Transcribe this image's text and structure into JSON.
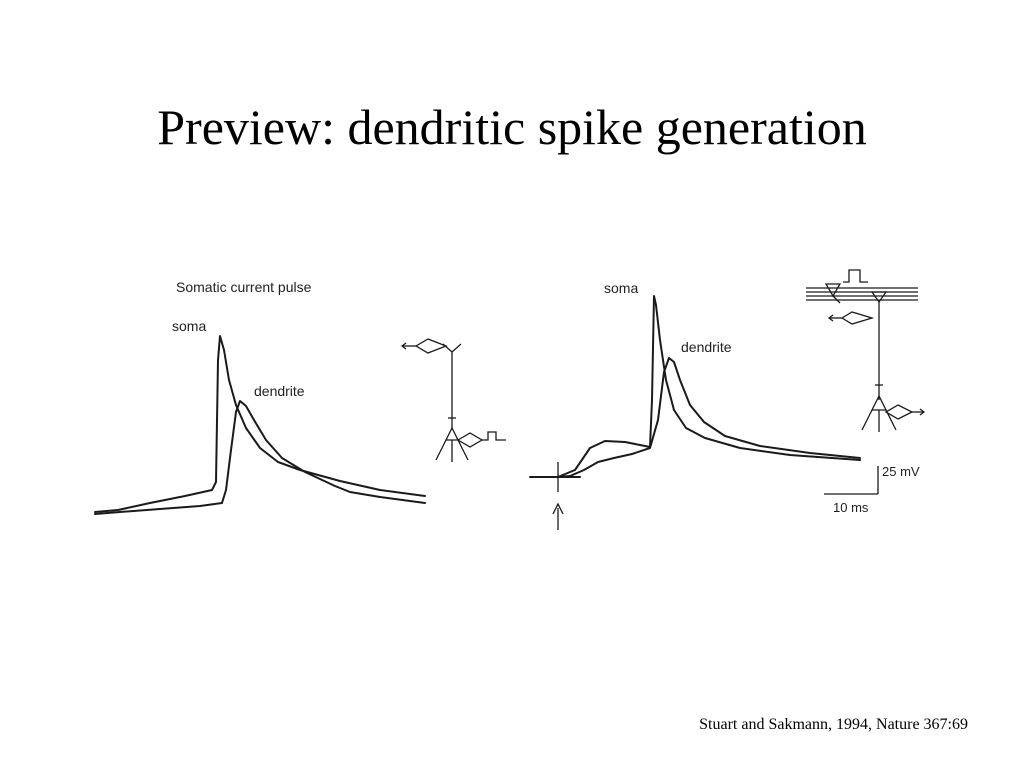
{
  "slide": {
    "title": "Preview: dendritic spike generation",
    "citation": "Stuart and Sakmann, 1994, Nature 367:69"
  },
  "left_panel": {
    "header": "Somatic current pulse",
    "soma_label": "soma",
    "dendrite_label": "dendrite"
  },
  "right_panel": {
    "soma_label": "soma",
    "dendrite_label": "dendrite",
    "scalebar_voltage": "25 mV",
    "scalebar_time": "10 ms"
  }
}
